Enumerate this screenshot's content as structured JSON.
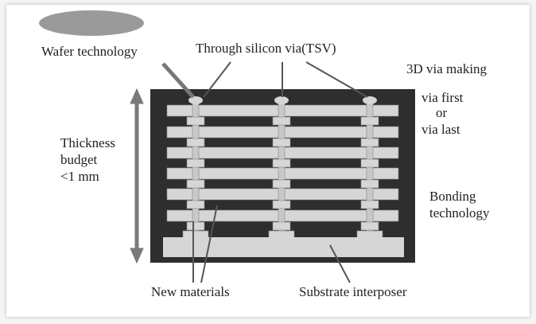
{
  "labels": {
    "wafer": "Wafer technology",
    "tsv": "Through silicon via(TSV)",
    "via_making": "3D via making",
    "via_first": "via first",
    "or": "or",
    "via_last": "via last",
    "thickness1": "Thickness",
    "thickness2": "budget",
    "thickness3": "<1 mm",
    "bonding1": "Bonding",
    "bonding2": "technology",
    "new_materials": "New materials",
    "substrate": "Substrate interposer"
  },
  "colors": {
    "stack": "#2e2e2e",
    "layer": "#d6d6d6",
    "ellipse": "#9a9a9a",
    "arrow": "#7a7a7a"
  }
}
